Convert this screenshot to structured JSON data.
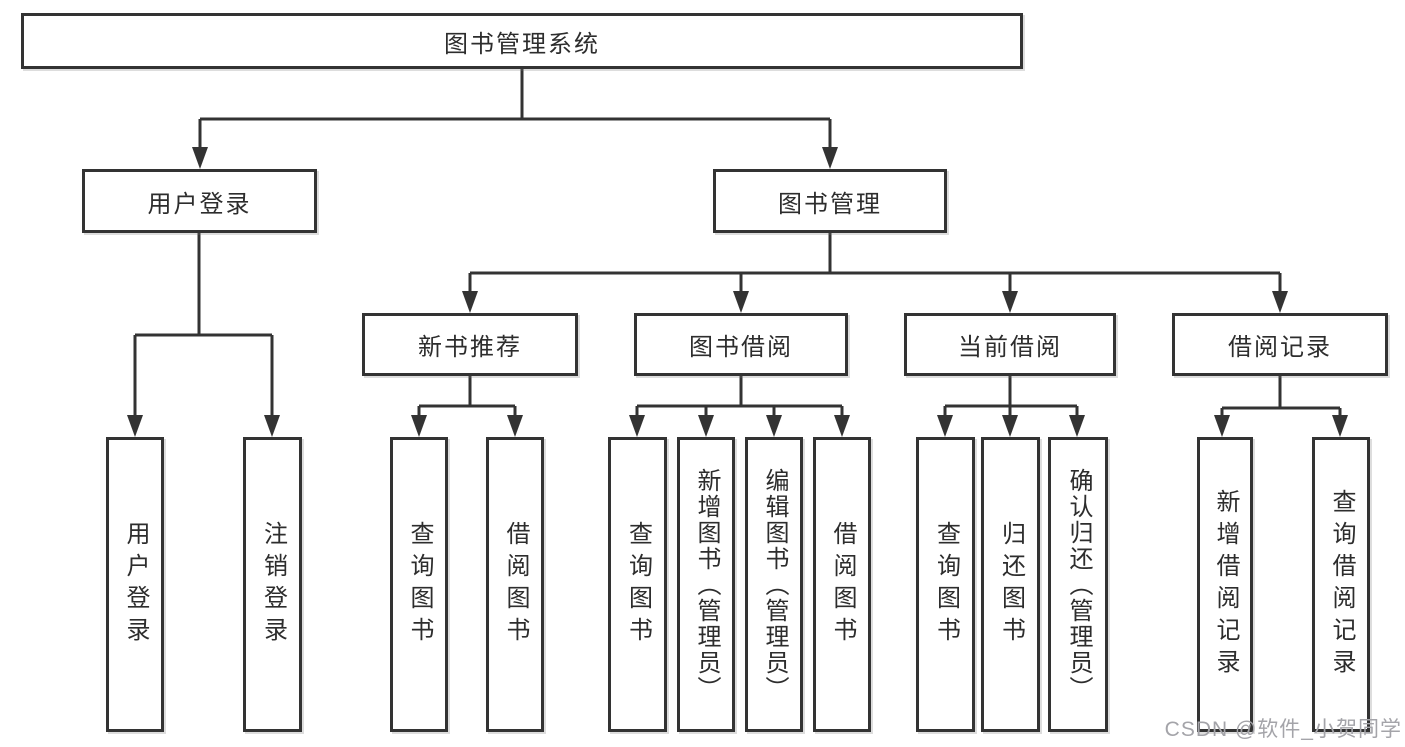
{
  "diagram": {
    "root": {
      "label": "图书管理系统"
    },
    "level2": [
      {
        "label": "用户登录"
      },
      {
        "label": "图书管理"
      }
    ],
    "level3": [
      {
        "label": "新书推荐"
      },
      {
        "label": "图书借阅"
      },
      {
        "label": "当前借阅"
      },
      {
        "label": "借阅记录"
      }
    ],
    "leaves": [
      {
        "label": "用户登录"
      },
      {
        "label": "注销登录"
      },
      {
        "label": "查询图书"
      },
      {
        "label": "借阅图书"
      },
      {
        "label": "查询图书"
      },
      {
        "label": "新增图书（管理员）"
      },
      {
        "label": "编辑图书（管理员）"
      },
      {
        "label": "借阅图书"
      },
      {
        "label": "查询图书"
      },
      {
        "label": "归还图书"
      },
      {
        "label": "确认归还（管理员）"
      },
      {
        "label": "新增借阅记录"
      },
      {
        "label": "查询借阅记录"
      }
    ]
  },
  "watermark": {
    "text": "CSDN @软件_小贺同学"
  },
  "colors": {
    "line": "#333333",
    "text": "#2d2d2d",
    "background": "#ffffff",
    "watermark": "#a4a4a9"
  }
}
